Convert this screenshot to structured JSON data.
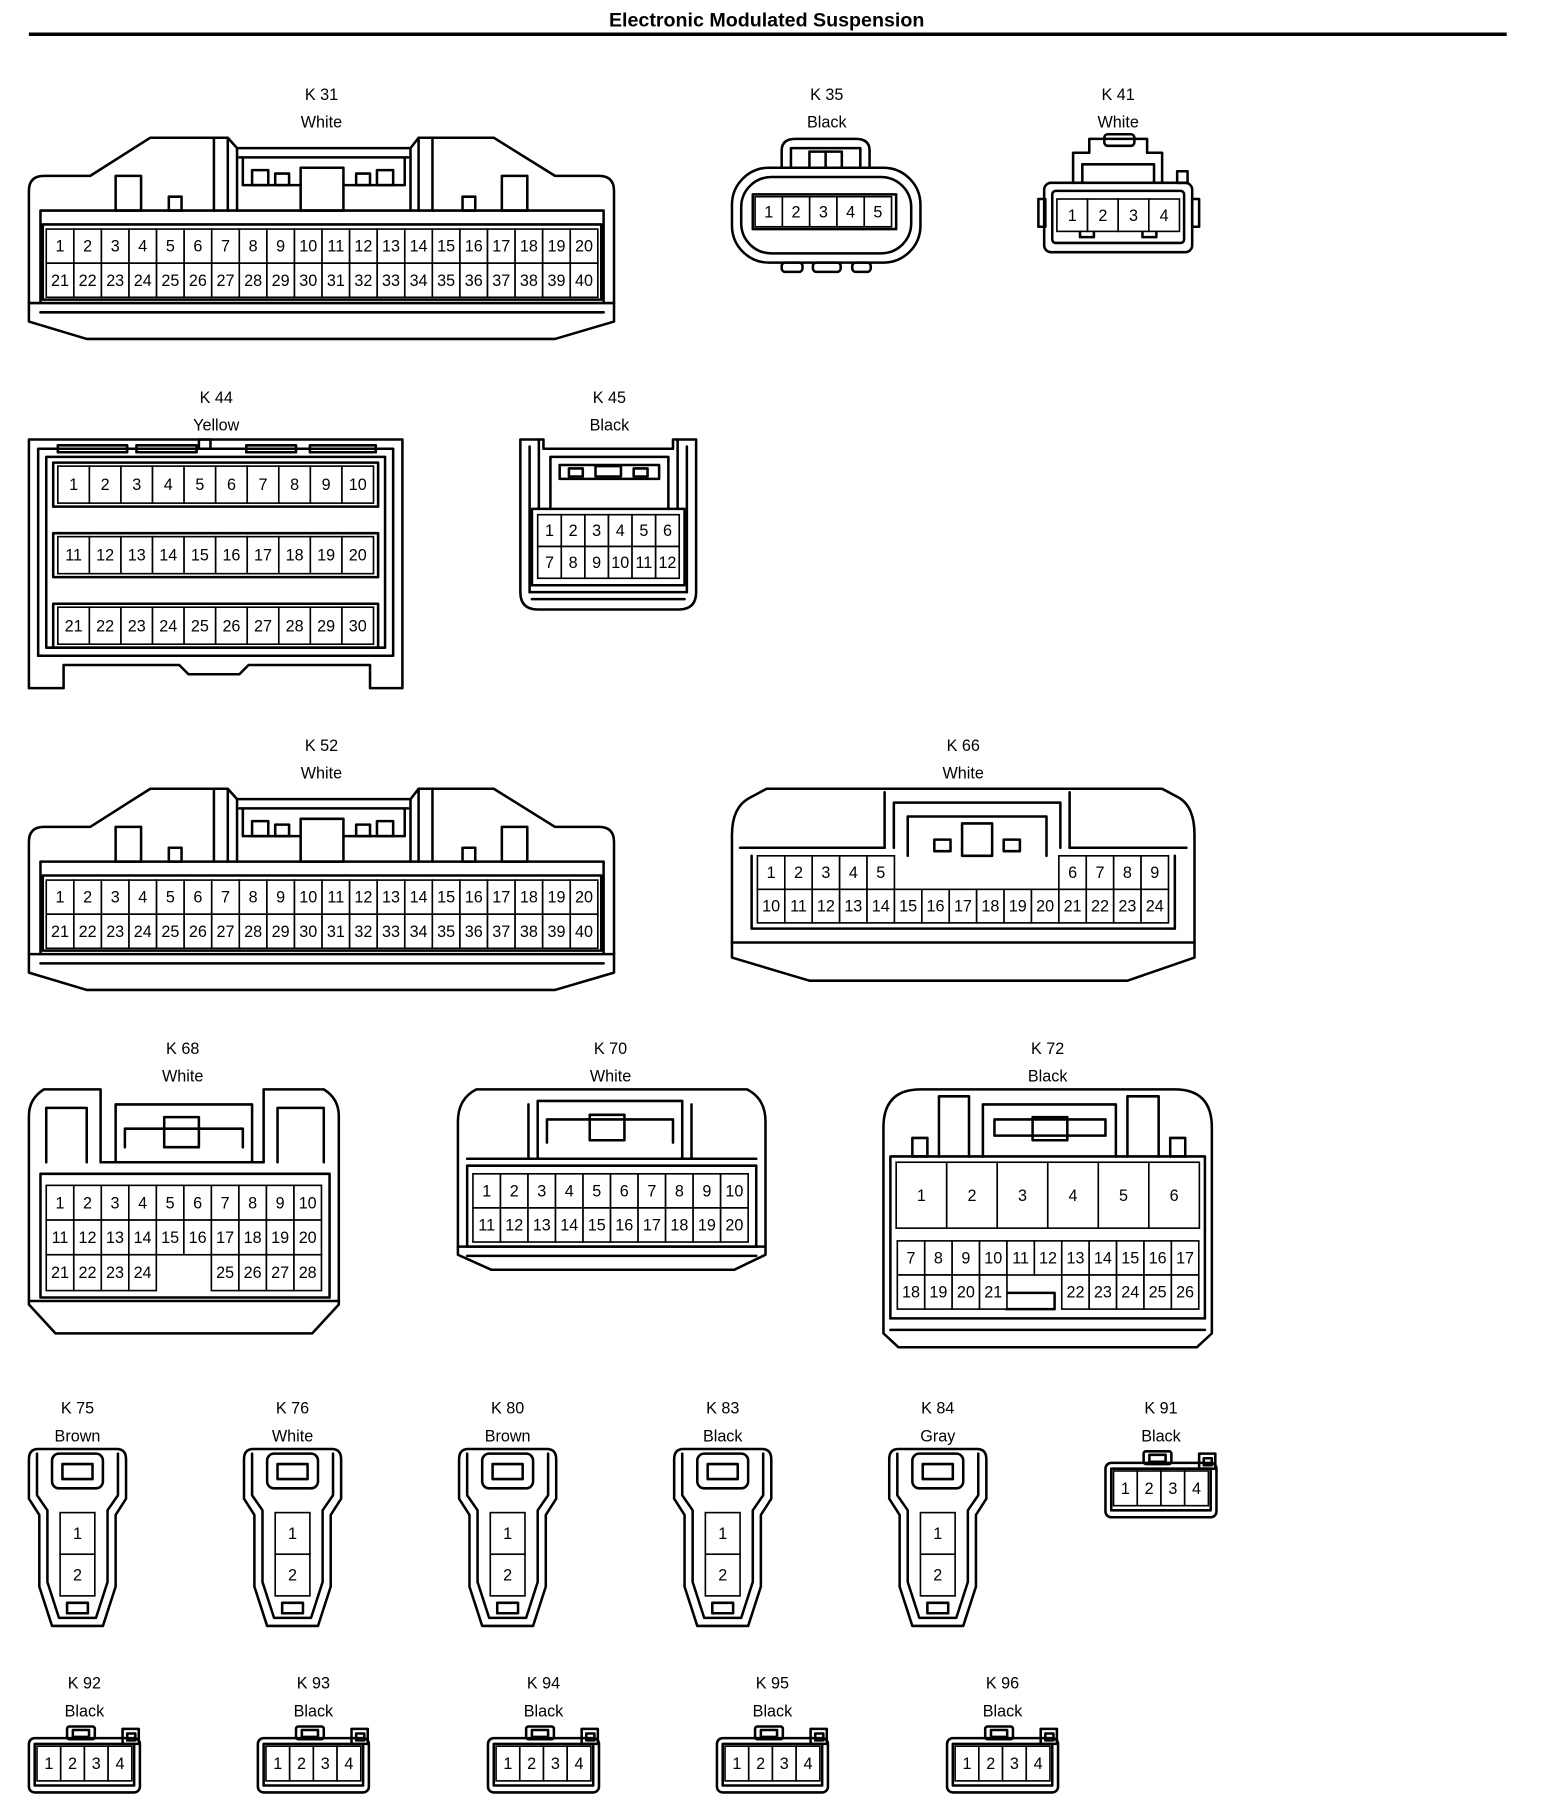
{
  "title": "Electronic Modulated Suspension",
  "connectors": [
    {
      "id": "K 31",
      "color": "White",
      "rows": [
        [
          "1",
          "2",
          "3",
          "4",
          "5",
          "6",
          "7",
          "8",
          "9",
          "10",
          "11",
          "12",
          "13",
          "14",
          "15",
          "16",
          "17",
          "18",
          "19",
          "20"
        ],
        [
          "21",
          "22",
          "23",
          "24",
          "25",
          "26",
          "27",
          "28",
          "29",
          "30",
          "31",
          "32",
          "33",
          "34",
          "35",
          "36",
          "37",
          "38",
          "39",
          "40"
        ]
      ]
    },
    {
      "id": "K 35",
      "color": "Black",
      "rows": [
        [
          "1",
          "2",
          "3",
          "4",
          "5"
        ]
      ]
    },
    {
      "id": "K 41",
      "color": "White",
      "rows": [
        [
          "1",
          "2",
          "3",
          "4"
        ]
      ]
    },
    {
      "id": "K 44",
      "color": "Yellow",
      "rows": [
        [
          "1",
          "2",
          "3",
          "4",
          "5",
          "6",
          "7",
          "8",
          "9",
          "10"
        ],
        [
          "11",
          "12",
          "13",
          "14",
          "15",
          "16",
          "17",
          "18",
          "19",
          "20"
        ],
        [
          "21",
          "22",
          "23",
          "24",
          "25",
          "26",
          "27",
          "28",
          "29",
          "30"
        ]
      ]
    },
    {
      "id": "K 45",
      "color": "Black",
      "rows": [
        [
          "1",
          "2",
          "3",
          "4",
          "5",
          "6"
        ],
        [
          "7",
          "8",
          "9",
          "10",
          "11",
          "12"
        ]
      ]
    },
    {
      "id": "K 52",
      "color": "White",
      "rows": [
        [
          "1",
          "2",
          "3",
          "4",
          "5",
          "6",
          "7",
          "8",
          "9",
          "10",
          "11",
          "12",
          "13",
          "14",
          "15",
          "16",
          "17",
          "18",
          "19",
          "20"
        ],
        [
          "21",
          "22",
          "23",
          "24",
          "25",
          "26",
          "27",
          "28",
          "29",
          "30",
          "31",
          "32",
          "33",
          "34",
          "35",
          "36",
          "37",
          "38",
          "39",
          "40"
        ]
      ]
    },
    {
      "id": "K 66",
      "color": "White",
      "rows": [
        [
          "1",
          "2",
          "3",
          "4",
          "5",
          null,
          null,
          null,
          null,
          null,
          null,
          "6",
          "7",
          "8",
          "9"
        ],
        [
          "10",
          "11",
          "12",
          "13",
          "14",
          "15",
          "16",
          "17",
          "18",
          "19",
          "20",
          "21",
          "22",
          "23",
          "24"
        ]
      ]
    },
    {
      "id": "K 68",
      "color": "White",
      "rows": [
        [
          "1",
          "2",
          "3",
          "4",
          "5",
          "6",
          "7",
          "8",
          "9",
          "10"
        ],
        [
          "11",
          "12",
          "13",
          "14",
          "15",
          "16",
          "17",
          "18",
          "19",
          "20"
        ],
        [
          "21",
          "22",
          "23",
          "24",
          null,
          null,
          "25",
          "26",
          "27",
          "28"
        ]
      ]
    },
    {
      "id": "K 70",
      "color": "White",
      "rows": [
        [
          "1",
          "2",
          "3",
          "4",
          "5",
          "6",
          "7",
          "8",
          "9",
          "10"
        ],
        [
          "11",
          "12",
          "13",
          "14",
          "15",
          "16",
          "17",
          "18",
          "19",
          "20"
        ]
      ]
    },
    {
      "id": "K 72",
      "color": "Black",
      "rows": [
        [
          "1",
          "2",
          "3",
          "4",
          "5",
          "6"
        ],
        [
          "7",
          "8",
          "9",
          "10",
          "11",
          "12",
          "13",
          "14",
          "15",
          "16",
          "17"
        ],
        [
          "18",
          "19",
          "20",
          "21",
          null,
          null,
          "22",
          "23",
          "24",
          "25",
          "26"
        ]
      ]
    },
    {
      "id": "K 75",
      "color": "Brown",
      "rows": [
        [
          "1"
        ],
        [
          "2"
        ]
      ]
    },
    {
      "id": "K 76",
      "color": "White",
      "rows": [
        [
          "1"
        ],
        [
          "2"
        ]
      ]
    },
    {
      "id": "K 80",
      "color": "Brown",
      "rows": [
        [
          "1"
        ],
        [
          "2"
        ]
      ]
    },
    {
      "id": "K 83",
      "color": "Black",
      "rows": [
        [
          "1"
        ],
        [
          "2"
        ]
      ]
    },
    {
      "id": "K 84",
      "color": "Gray",
      "rows": [
        [
          "1"
        ],
        [
          "2"
        ]
      ]
    },
    {
      "id": "K 91",
      "color": "Black",
      "rows": [
        [
          "1",
          "2",
          "3",
          "4"
        ]
      ]
    },
    {
      "id": "K 92",
      "color": "Black",
      "rows": [
        [
          "1",
          "2",
          "3",
          "4"
        ]
      ]
    },
    {
      "id": "K 93",
      "color": "Black",
      "rows": [
        [
          "1",
          "2",
          "3",
          "4"
        ]
      ]
    },
    {
      "id": "K 94",
      "color": "Black",
      "rows": [
        [
          "1",
          "2",
          "3",
          "4"
        ]
      ]
    },
    {
      "id": "K 95",
      "color": "Black",
      "rows": [
        [
          "1",
          "2",
          "3",
          "4"
        ]
      ]
    },
    {
      "id": "K 96",
      "color": "Black",
      "rows": [
        [
          "1",
          "2",
          "3",
          "4"
        ]
      ]
    }
  ]
}
